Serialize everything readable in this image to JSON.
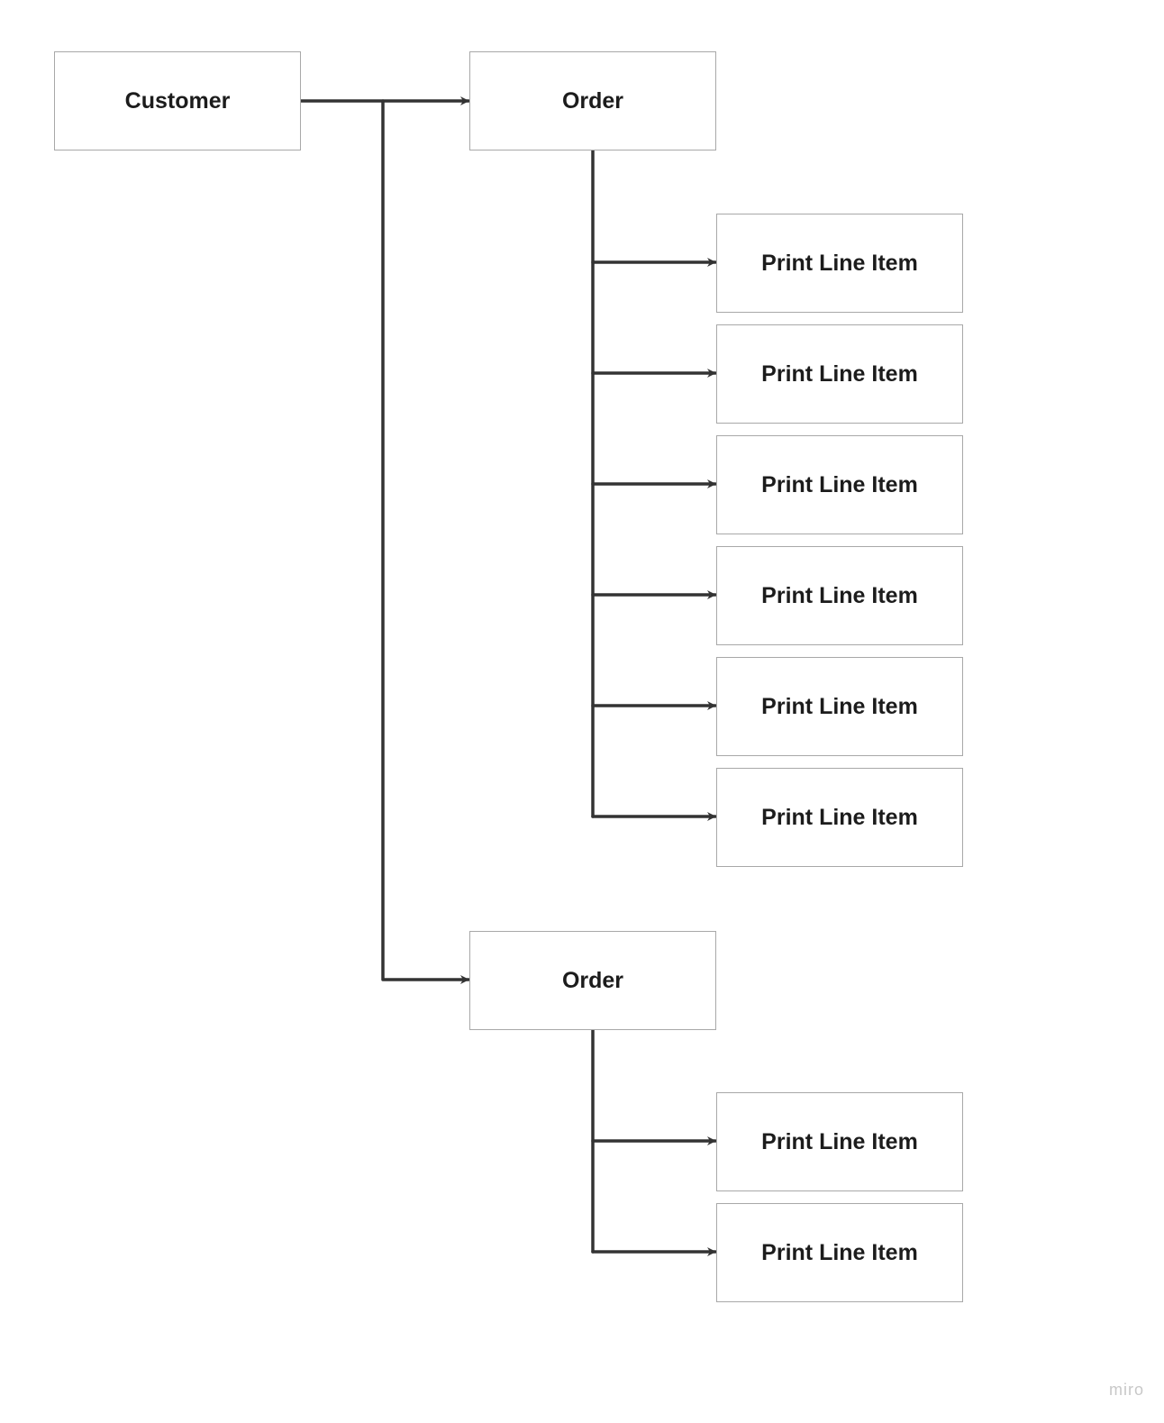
{
  "diagram": {
    "nodes": {
      "customer": "Customer",
      "order_1": "Order",
      "order_1_items": [
        "Print Line Item",
        "Print Line Item",
        "Print Line Item",
        "Print Line Item",
        "Print Line Item",
        "Print Line Item"
      ],
      "order_2": "Order",
      "order_2_items": [
        "Print Line Item",
        "Print Line Item"
      ]
    },
    "edges": [
      {
        "from": "customer",
        "to": "order_1"
      },
      {
        "from": "customer",
        "to": "order_2"
      },
      {
        "from": "order_1",
        "to": "order_1_items.0"
      },
      {
        "from": "order_1",
        "to": "order_1_items.1"
      },
      {
        "from": "order_1",
        "to": "order_1_items.2"
      },
      {
        "from": "order_1",
        "to": "order_1_items.3"
      },
      {
        "from": "order_1",
        "to": "order_1_items.4"
      },
      {
        "from": "order_1",
        "to": "order_1_items.5"
      },
      {
        "from": "order_2",
        "to": "order_2_items.0"
      },
      {
        "from": "order_2",
        "to": "order_2_items.1"
      }
    ]
  },
  "colors": {
    "connector": "#333333",
    "node_border": "#a8a8a8",
    "node_text": "#1c1c1c",
    "watermark": "#c8c8c8"
  },
  "watermark": "miro"
}
